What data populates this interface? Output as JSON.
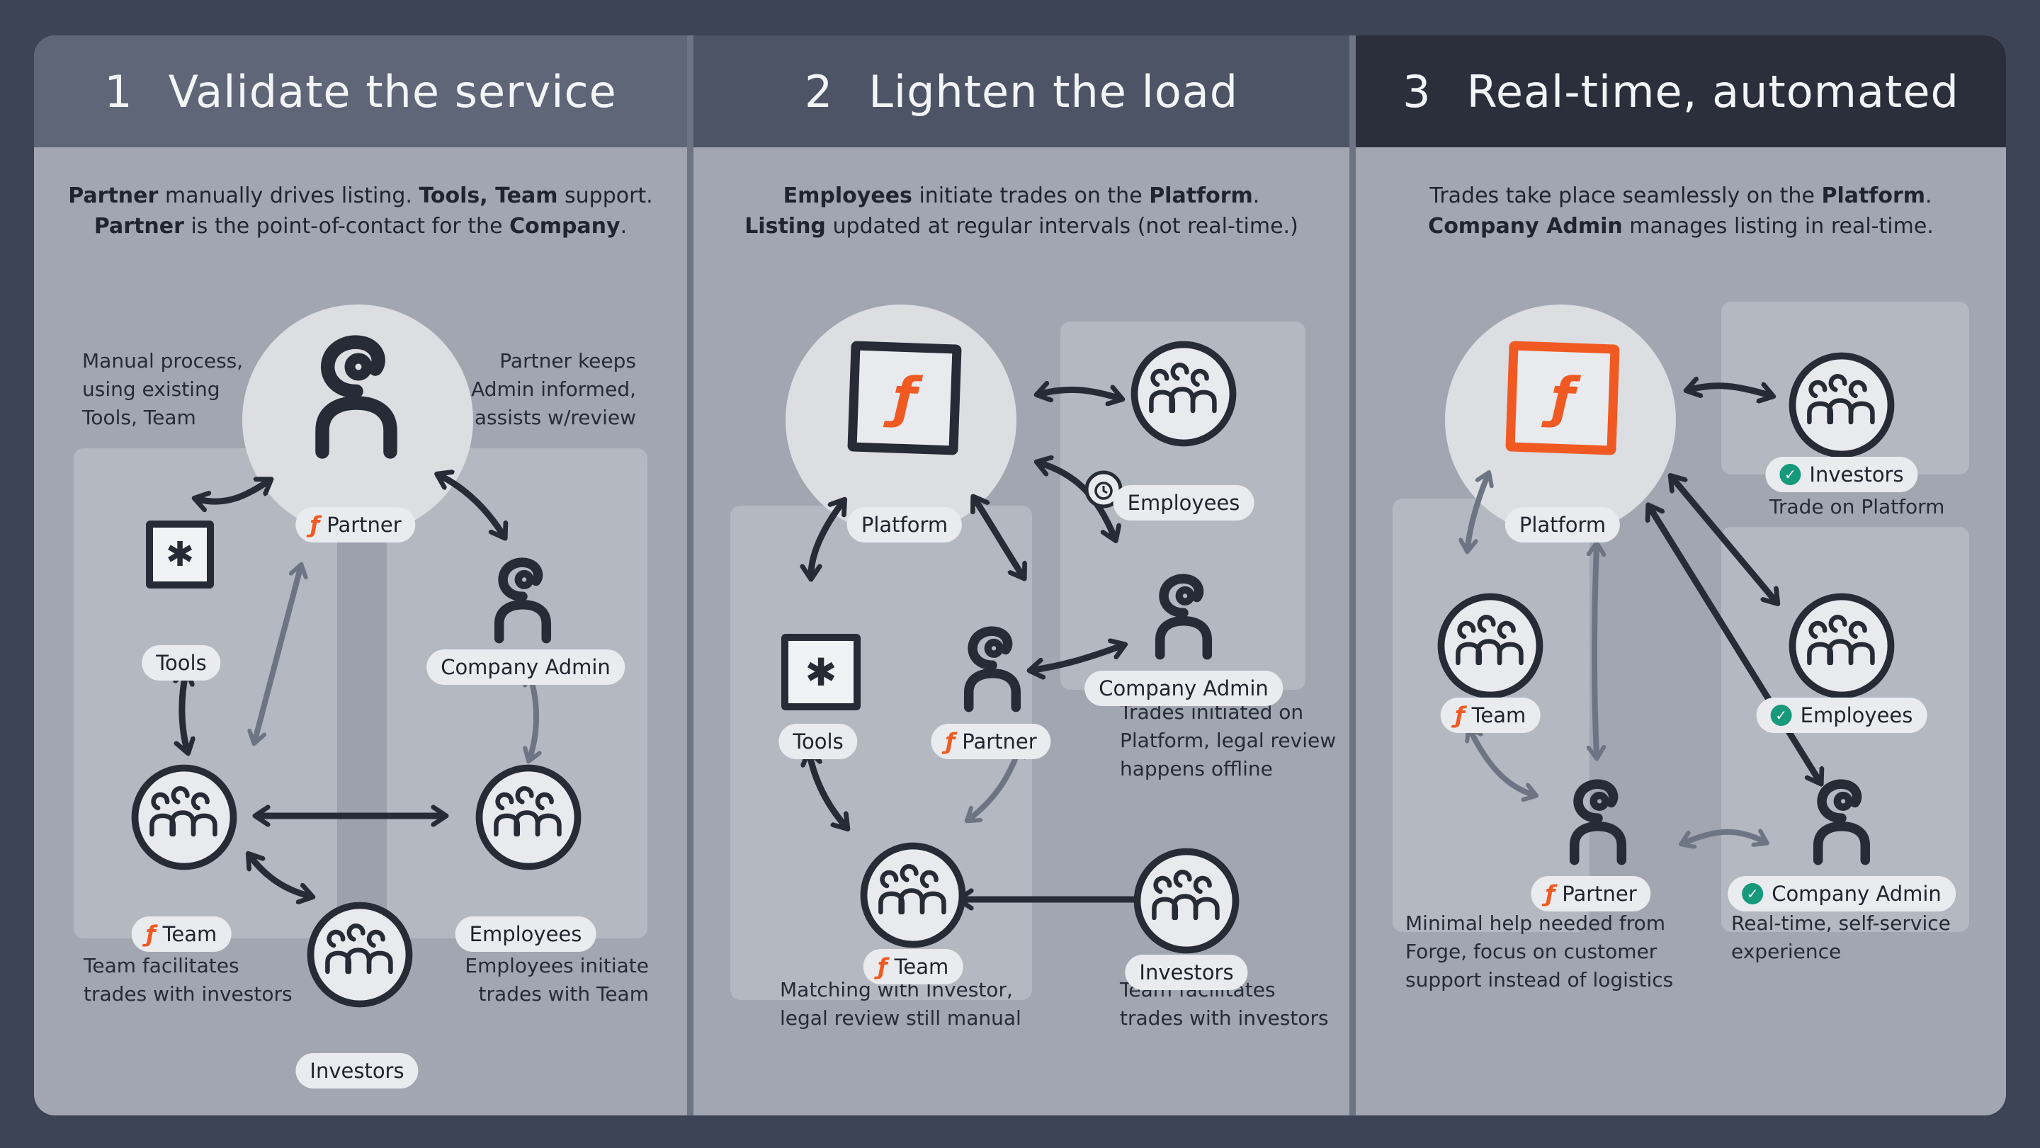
{
  "panels": [
    {
      "number": "1",
      "title": "Validate the service",
      "subtitle": {
        "p1": "Partner",
        "t1": " manually drives listing. ",
        "p2": "Tools, Team",
        "t2": " support.",
        "p3": "Partner",
        "t3": " is the point-of-contact for the ",
        "p4": "Company",
        "t4": "."
      },
      "captions": {
        "top_left": [
          "Manual process,",
          "using existing",
          "Tools, Team"
        ],
        "top_right": [
          "Partner keeps",
          "Admin informed,",
          "assists w/review"
        ],
        "bottom_left": [
          "Team facilitates",
          "trades with investors"
        ],
        "bottom_right": [
          "Employees initiate",
          "trades with Team"
        ]
      },
      "nodes": {
        "partner": "Partner",
        "tools": "Tools",
        "company_admin": "Company Admin",
        "team": "Team",
        "employees": "Employees",
        "investors": "Investors"
      }
    },
    {
      "number": "2",
      "title": "Lighten the load",
      "subtitle": {
        "p1": "Employees",
        "t1": " initiate trades on the ",
        "p2": "Platform",
        "t2": ".",
        "p3": "Listing",
        "t3": " updated at regular intervals (not real-time.)"
      },
      "captions": {
        "right_mid": [
          "Trades initiated on",
          "Platform, legal review",
          "happens offline"
        ],
        "bottom_left": [
          "Matching with Investor,",
          "legal review still manual"
        ],
        "bottom_right": [
          "Team facilitates",
          "trades with investors"
        ]
      },
      "nodes": {
        "platform": "Platform",
        "employees": "Employees",
        "company_admin": "Company Admin",
        "tools": "Tools",
        "partner": "Partner",
        "team": "Team",
        "investors": "Investors"
      }
    },
    {
      "number": "3",
      "title": "Real-time, automated",
      "subtitle": {
        "t0": "Trades take place seamlessly on the ",
        "p1": "Platform",
        "t1": ".",
        "p2": "Company Admin",
        "t2": " manages listing in real-time."
      },
      "captions": {
        "trade": "Trade on Platform",
        "bottom_left": [
          "Minimal help needed from",
          "Forge, focus on customer",
          "support instead of logistics"
        ],
        "bottom_right": [
          "Real-time, self-service",
          "experience"
        ]
      },
      "nodes": {
        "platform": "Platform",
        "investors": "Investors",
        "team": "Team",
        "employees": "Employees",
        "partner": "Partner",
        "company_admin": "Company Admin"
      }
    }
  ],
  "icons": {
    "forge_glyph": "ƒ",
    "check": "✓",
    "asterisk": "✱"
  },
  "colors": {
    "orange": "#f05a22",
    "green": "#17997c",
    "dark": "#262b36"
  }
}
